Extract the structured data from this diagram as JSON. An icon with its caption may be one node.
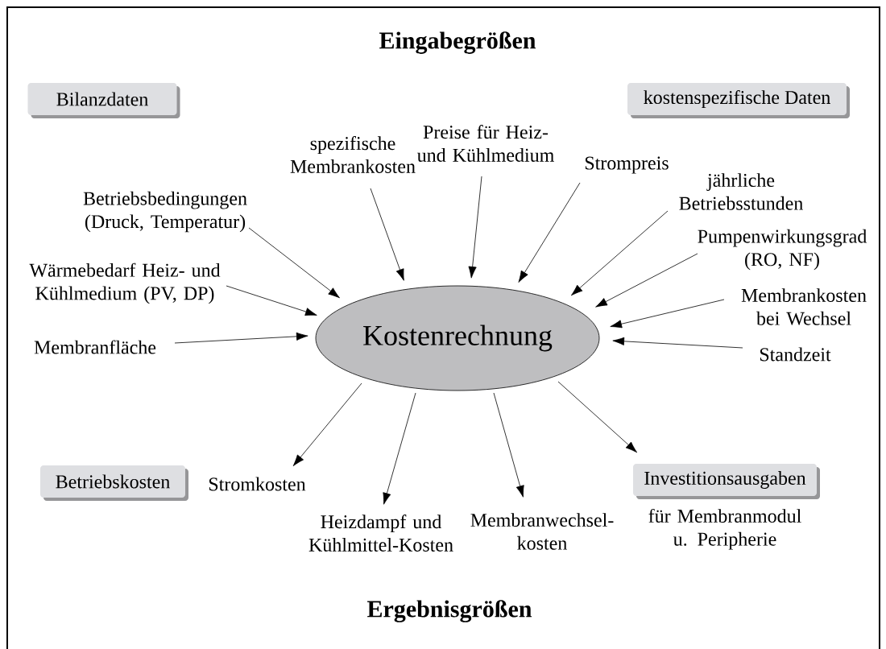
{
  "diagram": {
    "title": "Eingabegrößen",
    "nodes": [
      {
        "text": [
          "Kostenrechnung"
        ]
      },
      {
        "text": [
          "Bilanzdaten"
        ]
      },
      {
        "text": [
          "kostenspezifische Daten"
        ]
      },
      {
        "text": [
          "Betriebskosten"
        ]
      },
      {
        "text": [
          "Investitionsausgaben"
        ],
        "beside": [
          "für Membranmodul u. Peripherie"
        ]
      },
      {
        "text": [
          "spezifische Membrankosten"
        ]
      },
      {
        "text": [
          "Preise für Heiz- und Kühlmedium"
        ]
      },
      {
        "text": [
          "Strompreis"
        ]
      },
      {
        "text": [
          "jährliche Betriebsstunden"
        ]
      },
      {
        "text": [
          "Betriebsbedingungen (Druck, Temperatur)"
        ]
      },
      {
        "text": [
          "Pumpenwirkungsgrad (RO, NF)"
        ]
      },
      {
        "text": [
          "Wärmebedarf Heiz- und Kühlmedium (PV, DP)"
        ]
      },
      {
        "text": [
          "Membrankosten bei Wechsel"
        ]
      },
      {
        "text": [
          "Membranfläche"
        ]
      },
      {
        "text": [
          "Standzeit"
        ]
      },
      {
        "text": [
          "Stromkosten"
        ]
      },
      {
        "text": [
          "Heizdampf und Kühlmittel-Kosten"
        ]
      },
      {
        "text": [
          "Membranwechsel- kosten"
        ]
      }
    ],
    "edges": [
      {
        "from": 5,
        "to": 0,
        "arrow": "to"
      },
      {
        "from": 6,
        "to": 0,
        "arrow": "to"
      },
      {
        "from": 7,
        "to": 0,
        "arrow": "to"
      },
      {
        "from": 8,
        "to": 0,
        "arrow": "to"
      },
      {
        "from": 9,
        "to": 0,
        "arrow": "to"
      },
      {
        "from": 10,
        "to": 0,
        "arrow": "to"
      },
      {
        "from": 11,
        "to": 0,
        "arrow": "to"
      },
      {
        "from": 12,
        "to": 0,
        "arrow": "to"
      },
      {
        "from": 13,
        "to": 0,
        "arrow": "to"
      },
      {
        "from": 14,
        "to": 0,
        "arrow": "to"
      },
      {
        "from": 0,
        "to": 15,
        "arrow": "to"
      },
      {
        "from": 0,
        "to": 16,
        "arrow": "to"
      },
      {
        "from": 0,
        "to": 17,
        "arrow": "to"
      },
      {
        "from": 0,
        "to": 4,
        "arrow": "to"
      }
    ],
    "labels": [
      "Ergebnisgrößen"
    ]
  }
}
